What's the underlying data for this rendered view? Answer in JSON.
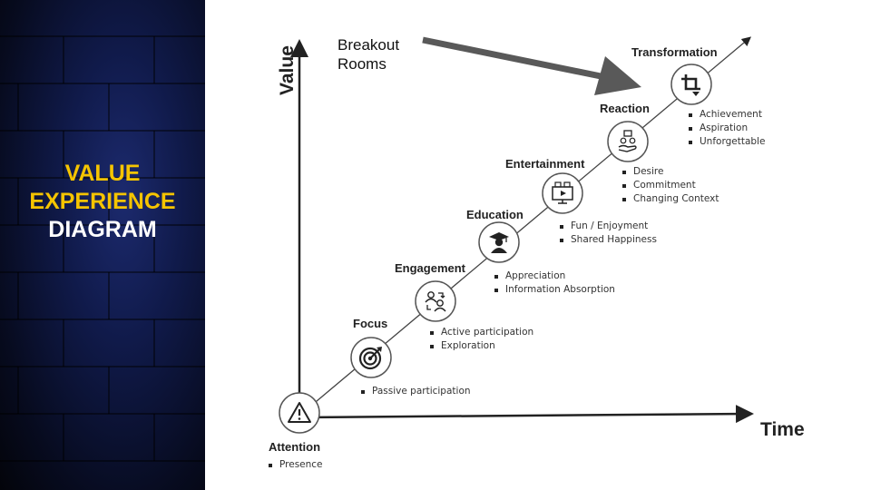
{
  "sidebar": {
    "title_line1": "VALUE",
    "title_line2": "EXPERIENCE",
    "title_line3": "DIAGRAM",
    "accent_color": "#f5c400"
  },
  "axes": {
    "y_label": "Value",
    "x_label": "Time"
  },
  "annotation": {
    "line1": "Breakout",
    "line2": "Rooms"
  },
  "stages": [
    {
      "label": "Attention",
      "icon": "warning-icon",
      "bullets": [
        "Presence"
      ]
    },
    {
      "label": "Focus",
      "icon": "target-icon",
      "bullets": [
        "Passive participation"
      ]
    },
    {
      "label": "Engagement",
      "icon": "people-exchange-icon",
      "bullets": [
        "Active participation",
        "Exploration"
      ]
    },
    {
      "label": "Education",
      "icon": "graduate-icon",
      "bullets": [
        "Appreciation",
        "Information Absorption"
      ]
    },
    {
      "label": "Entertainment",
      "icon": "media-screen-icon",
      "bullets": [
        "Fun / Enjoyment",
        "Shared Happiness"
      ]
    },
    {
      "label": "Reaction",
      "icon": "reaction-hand-icon",
      "bullets": [
        "Desire",
        "Commitment",
        "Changing Context"
      ]
    },
    {
      "label": "Transformation",
      "icon": "transform-crop-icon",
      "bullets": [
        "Achievement",
        "Aspiration",
        "Unforgettable"
      ]
    }
  ]
}
